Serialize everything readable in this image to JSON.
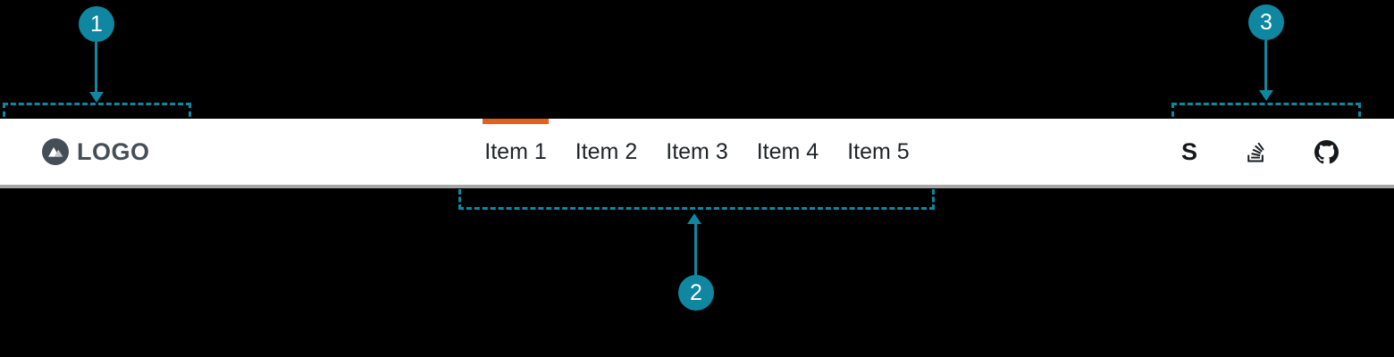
{
  "colors": {
    "annotation_teal": "#0f87a0",
    "active_orange": "#e0621c",
    "navbar_background": "#ffffff",
    "page_background": "#000000",
    "navbar_border": "#a6a6a6",
    "brand_color": "#454e57",
    "item_text": "#212427",
    "icon_color": "#15191d"
  },
  "callouts": [
    {
      "number": "1",
      "target": "navbar-brand-region"
    },
    {
      "number": "2",
      "target": "navbar-items-region"
    },
    {
      "number": "3",
      "target": "navbar-icon-links-region"
    }
  ],
  "navbar": {
    "brand": {
      "label": "LOGO"
    },
    "items": [
      {
        "label": "Item 1",
        "active": true
      },
      {
        "label": "Item 2",
        "active": false
      },
      {
        "label": "Item 3",
        "active": false
      },
      {
        "label": "Item 4",
        "active": false
      },
      {
        "label": "Item 5",
        "active": false
      }
    ],
    "icon_links": [
      {
        "icon": "s-letter-icon",
        "glyph": "S"
      },
      {
        "icon": "stackoverflow-icon"
      },
      {
        "icon": "github-icon"
      }
    ]
  }
}
